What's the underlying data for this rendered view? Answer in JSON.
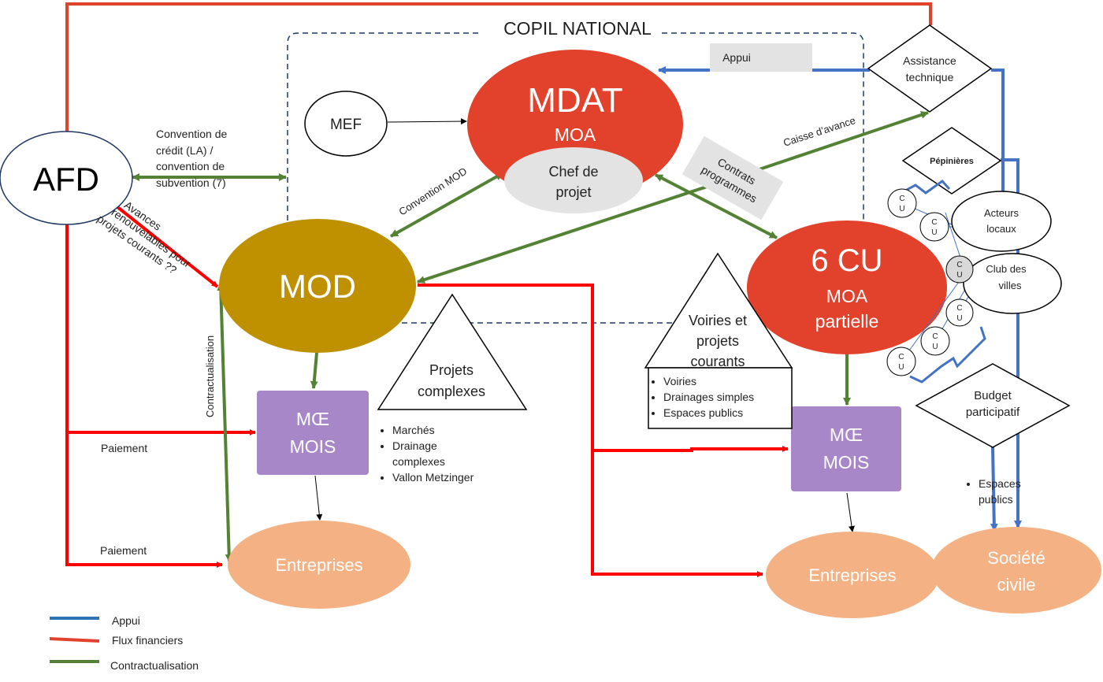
{
  "colors": {
    "appui": "#4472c4",
    "flux": "#ff0000",
    "contract": "#548235",
    "mdat": "#e2412b",
    "mod": "#bf9000",
    "moe": "#a887c8",
    "entreprise": "#f4b183",
    "grey": "#e3e3e3"
  },
  "labels": {
    "copil": "COPIL NATIONAL",
    "afd": "AFD",
    "mef": "MEF",
    "mdat_title": "MDAT",
    "mdat_sub": "MOA",
    "chef_l1": "Chef de",
    "chef_l2": "projet",
    "mod": "MOD",
    "cu_title": "6 CU",
    "cu_sub1": "MOA",
    "cu_sub2": "partielle",
    "moe_l1": "MŒ",
    "moe_l2": "MOIS",
    "entreprises": "Entreprises",
    "societe_l1": "Société",
    "societe_l2": "civile",
    "assistance_l1": "Assistance",
    "assistance_l2": "technique",
    "pepinieres": "Pépinières",
    "budget_l1": "Budget",
    "budget_l2": "participatif",
    "acteurs_l1": "Acteurs",
    "acteurs_l2": "locaux",
    "club_l1": "Club des",
    "club_l2": "villes",
    "cu_c": "C",
    "cu_u": "U",
    "appui_box": "Appui",
    "caisse": "Caisse  d’avance",
    "contrats_l1": "Contrats",
    "contrats_l2": "programmes",
    "convention_mod": "Convention MOD",
    "conv_credit_l1": "Convention de",
    "conv_credit_l2": "crédit (LA) /",
    "conv_credit_l3": "convention de",
    "conv_credit_l4": "subvention (7)",
    "avances_l1": "Avances",
    "avances_l2": "renouvelables pour",
    "avances_l3": "projets courants ??",
    "contractualisation_v": "Contractualisation",
    "paiement": "Paiement",
    "projets_complexes_l1": "Projets",
    "projets_complexes_l2": "complexes",
    "voiries_tri_l1": "Voiries et",
    "voiries_tri_l2": "projets",
    "voiries_tri_l3": "courants"
  },
  "lists": {
    "complexes": [
      "Marchés",
      "Drainage complexes",
      "Vallon Metzinger"
    ],
    "voiries": [
      "Voiries",
      "Drainages simples",
      "Espaces publics"
    ],
    "espaces": [
      "Espaces publics"
    ]
  },
  "legend": [
    {
      "label": "Appui",
      "color_key": "appui"
    },
    {
      "label": "Flux financiers",
      "color_key": "flux"
    },
    {
      "label": "Contractualisation",
      "color_key": "contract"
    }
  ]
}
